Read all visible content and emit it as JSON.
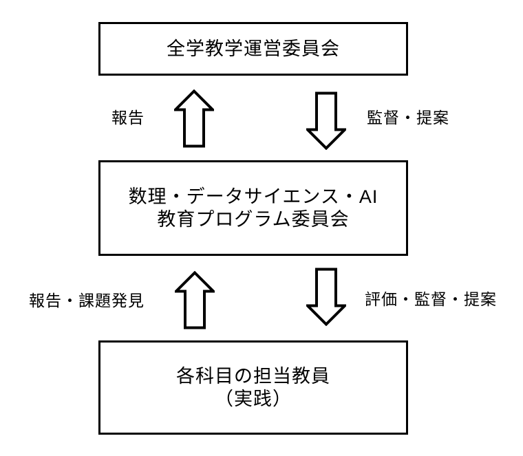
{
  "colors": {
    "background": "#ffffff",
    "line": "#000000",
    "text": "#000000"
  },
  "boxes": {
    "top": {
      "line1": "全学教学運営委員会"
    },
    "middle": {
      "line1": "数理・データサイエンス・AI",
      "line2": "教育プログラム委員会"
    },
    "bottom": {
      "line1": "各科目の担当教員",
      "line2": "（実践）"
    }
  },
  "arrow_labels": {
    "report": "報告",
    "supervise_propose": "監督・提案",
    "report_issue_discovery": "報告・課題発見",
    "evaluate_supervise_propose": "評価・監督・提案"
  },
  "arrows": [
    {
      "direction": "up",
      "from": "middle",
      "to": "top",
      "label": "報告"
    },
    {
      "direction": "down",
      "from": "top",
      "to": "middle",
      "label": "監督・提案"
    },
    {
      "direction": "up",
      "from": "bottom",
      "to": "middle",
      "label": "報告・課題発見"
    },
    {
      "direction": "down",
      "from": "middle",
      "to": "bottom",
      "label": "評価・監督・提案"
    }
  ]
}
